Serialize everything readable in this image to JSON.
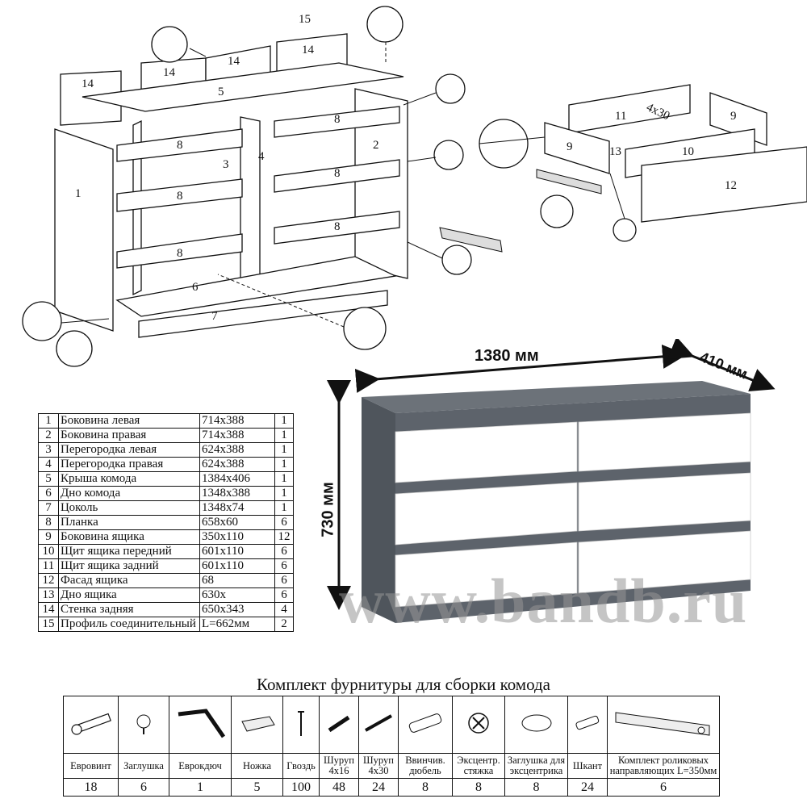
{
  "dimensions": {
    "width": "1380 мм",
    "depth": "410 мм",
    "height": "730 мм"
  },
  "diagram_labels": {
    "carcass": [
      "14",
      "14",
      "14",
      "14",
      "15",
      "5",
      "8",
      "8",
      "8",
      "8",
      "8",
      "8",
      "1",
      "2",
      "3",
      "4",
      "6",
      "7"
    ],
    "drawer": [
      "11",
      "4x30",
      "9",
      "9",
      "13",
      "10",
      "12"
    ]
  },
  "parts": [
    {
      "n": "1",
      "name": "Боковина левая",
      "size": "714x388",
      "qty": "1"
    },
    {
      "n": "2",
      "name": "Боковина правая",
      "size": "714x388",
      "qty": "1"
    },
    {
      "n": "3",
      "name": "Перегородка левая",
      "size": "624x388",
      "qty": "1"
    },
    {
      "n": "4",
      "name": "Перегородка правая",
      "size": "624x388",
      "qty": "1"
    },
    {
      "n": "5",
      "name": "Крыша комода",
      "size": "1384x406",
      "qty": "1"
    },
    {
      "n": "6",
      "name": "Дно комода",
      "size": "1348x388",
      "qty": "1"
    },
    {
      "n": "7",
      "name": "Цоколь",
      "size": "1348x74",
      "qty": "1"
    },
    {
      "n": "8",
      "name": "Планка",
      "size": "658x60",
      "qty": "6"
    },
    {
      "n": "9",
      "name": "Боковина ящика",
      "size": "350x110",
      "qty": "12"
    },
    {
      "n": "10",
      "name": "Щит ящика передний",
      "size": "601x110",
      "qty": "6"
    },
    {
      "n": "11",
      "name": "Щит ящика задний",
      "size": "601x110",
      "qty": "6"
    },
    {
      "n": "12",
      "name": "Фасад ящика",
      "size": "68",
      "qty": "6"
    },
    {
      "n": "13",
      "name": "Дно ящика",
      "size": "630x",
      "qty": "6"
    },
    {
      "n": "14",
      "name": "Стенка задняя",
      "size": "650x343",
      "qty": "4"
    },
    {
      "n": "15",
      "name": "Профиль соединительный",
      "size": "L=662мм",
      "qty": "2"
    }
  ],
  "hardware_title": "Комплект фурнитуры для сборки комода",
  "hardware": [
    {
      "icon": "eurobolt-icon",
      "label": "Евровинт",
      "count": "18"
    },
    {
      "icon": "cap-icon",
      "label": "Заглушка",
      "count": "6"
    },
    {
      "icon": "hex-key-icon",
      "label": "Еврокдюч",
      "count": "1"
    },
    {
      "icon": "foot-icon",
      "label": "Ножка",
      "count": "5"
    },
    {
      "icon": "nail-icon",
      "label": "Гвоздь",
      "count": "100"
    },
    {
      "icon": "screw-4x16-icon",
      "label": "Шуруп 4x16",
      "count": "48"
    },
    {
      "icon": "screw-4x30-icon",
      "label": "Шуруп 4x30",
      "count": "24"
    },
    {
      "icon": "dowel-insert-icon",
      "label": "Ввинчив. дюбель",
      "count": "8"
    },
    {
      "icon": "cam-lock-icon",
      "label": "Эксцентр. стяжка",
      "count": "8"
    },
    {
      "icon": "cam-cap-icon",
      "label": "Заглушка для эксцентрика",
      "count": "8"
    },
    {
      "icon": "wood-dowel-icon",
      "label": "Шкант",
      "count": "24"
    },
    {
      "icon": "roller-slide-icon",
      "label": "Комплект роликовых направляющих L=350мм",
      "count": "6"
    }
  ],
  "watermark": "www.bandb.ru",
  "colors": {
    "cabinet": "#5d636b",
    "cabinet_top": "#6c7279",
    "drawer_front": "#ffffff"
  }
}
